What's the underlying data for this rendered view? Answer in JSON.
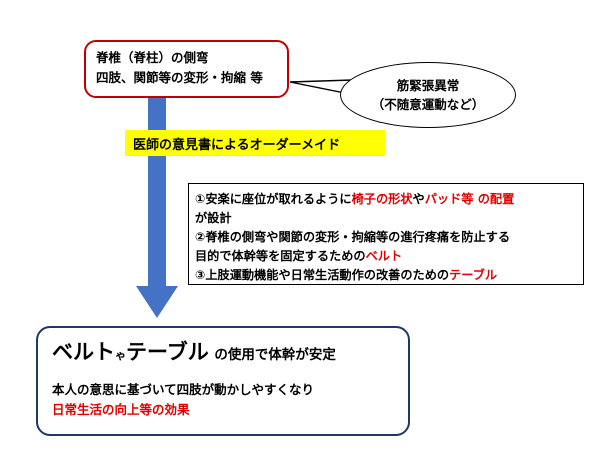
{
  "top_box": {
    "line1": "脊椎（脊柱）の側弯",
    "line2": "四肢、関節等の変形・拘縮 等"
  },
  "bubble": {
    "line1": "筋緊張異常",
    "line2": "（不随意運動など）"
  },
  "banner": {
    "text": "医師の意見書によるオーダーメイド"
  },
  "right_box": {
    "line1_a": "①安楽に座位が取れるように",
    "line1_b": "椅子の形状",
    "line1_c": "や",
    "line1_d": "パッド等 の配置",
    "line2": "が設計",
    "line3": "②脊椎の側弯や関節の変形・拘縮等の進行疼痛を防止する",
    "line4_a": "目的で体幹等を固定するための",
    "line4_b": "ベルト",
    "line5_a": "③上肢運動機能や日常生活動作の改善のための",
    "line5_b": "テーブル"
  },
  "bottom_box": {
    "title_a": "ベルト",
    "title_b": "ゃ",
    "title_c": "テーブル",
    "title_d": "の使用で体幹が安定",
    "line2": "本人の意思に基づいて四肢が動かしやすくなり",
    "line3": "日常生活の向上等の効果"
  },
  "colors": {
    "red_border": "#c00000",
    "red_text": "#e00000",
    "banner_yellow": "#ffff00",
    "arrow_blue": "#4472c4",
    "bottom_border": "#1f3864"
  }
}
